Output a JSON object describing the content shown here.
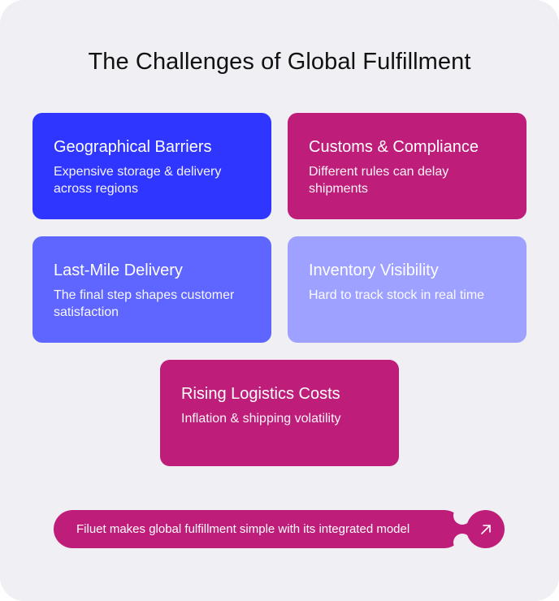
{
  "title": "The Challenges of Global Fulfillment",
  "cards": [
    {
      "title": "Geographical Barriers",
      "desc": "Expensive storage & delivery across regions",
      "color": "#2f36ff"
    },
    {
      "title": "Customs & Compliance",
      "desc": "Different rules can delay shipments",
      "color": "#be1e7a"
    },
    {
      "title": "Last-Mile Delivery",
      "desc": "The final step shapes customer satisfaction",
      "color": "#5f65ff"
    },
    {
      "title": "Inventory Visibility",
      "desc": "Hard to track stock in real time",
      "color": "#9ea1ff"
    },
    {
      "title": "Rising Logistics Costs",
      "desc": "Inflation & shipping volatility",
      "color": "#be1e7a"
    }
  ],
  "cta": {
    "label": "Filuet makes global fulfillment simple with its integrated model",
    "icon": "arrow-up-right-icon"
  }
}
